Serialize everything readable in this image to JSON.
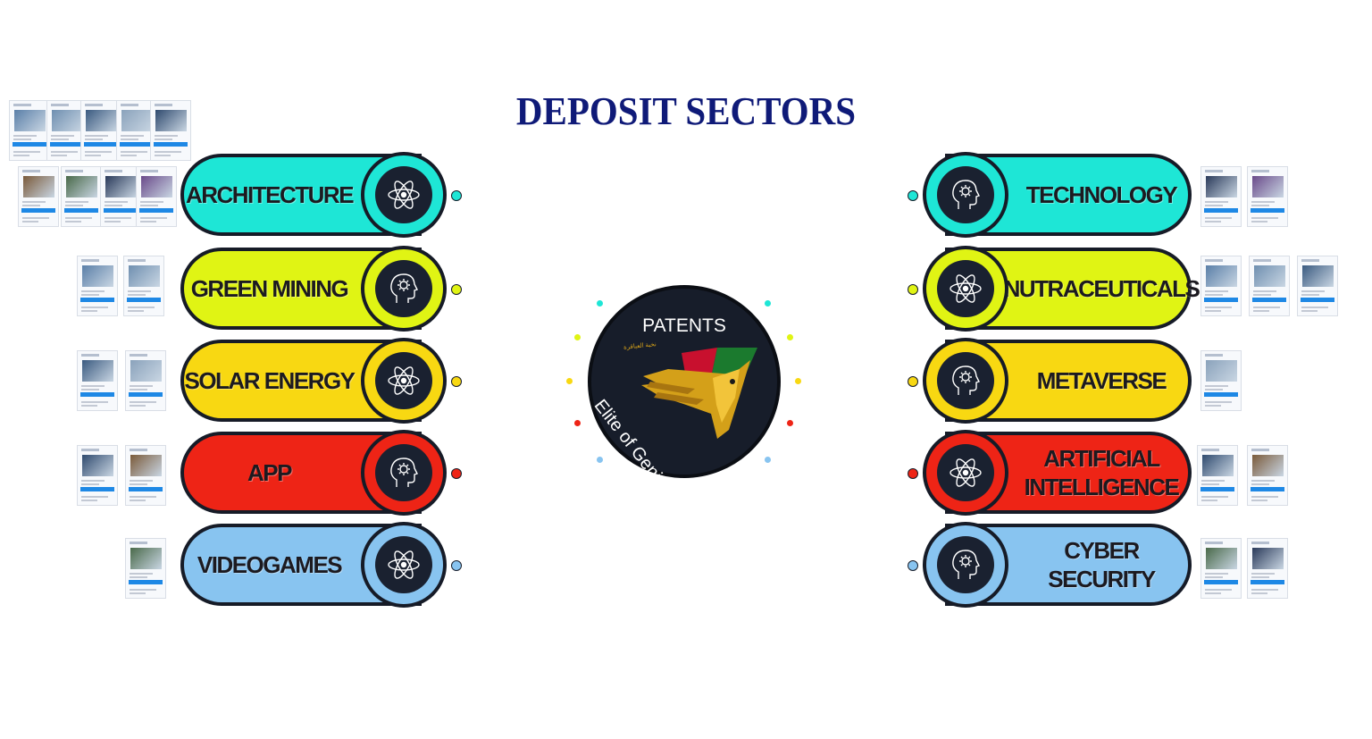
{
  "title": "DEPOSIT SECTORS",
  "center": {
    "line1": "PATENTS",
    "line2": "Elite of Genius",
    "emblem_text": "نخبة العباقرة"
  },
  "icons": {
    "atom": "atom-icon",
    "head_gear": "head-gear-icon"
  },
  "colors": {
    "cyan": "#1ee6d6",
    "lime": "#e0f414",
    "yellow": "#f8d812",
    "red": "#ee2416",
    "blue": "#88c4f0",
    "title": "#0f1a78"
  },
  "left_sectors": [
    {
      "label": "ARCHITECTURE",
      "color": "#1ee6d6",
      "icon": "atom-icon"
    },
    {
      "label": "GREEN MINING",
      "color": "#e0f414",
      "icon": "head-gear-icon"
    },
    {
      "label": "SOLAR ENERGY",
      "color": "#f8d812",
      "icon": "atom-icon"
    },
    {
      "label": "APP",
      "color": "#ee2416",
      "icon": "head-gear-icon"
    },
    {
      "label": "VIDEOGAMES",
      "color": "#88c4f0",
      "icon": "atom-icon"
    }
  ],
  "right_sectors": [
    {
      "label": "TECHNOLOGY",
      "color": "#1ee6d6",
      "icon": "head-gear-icon"
    },
    {
      "label": "NUTRACEUTICALS",
      "color": "#e0f414",
      "icon": "atom-icon"
    },
    {
      "label": "METAVERSE",
      "color": "#f8d812",
      "icon": "head-gear-icon"
    },
    {
      "label": "ARTIFICIAL INTELLIGENCE",
      "color": "#ee2416",
      "icon": "atom-icon"
    },
    {
      "label": "CYBER SECURITY",
      "color": "#88c4f0",
      "icon": "head-gear-icon"
    }
  ]
}
